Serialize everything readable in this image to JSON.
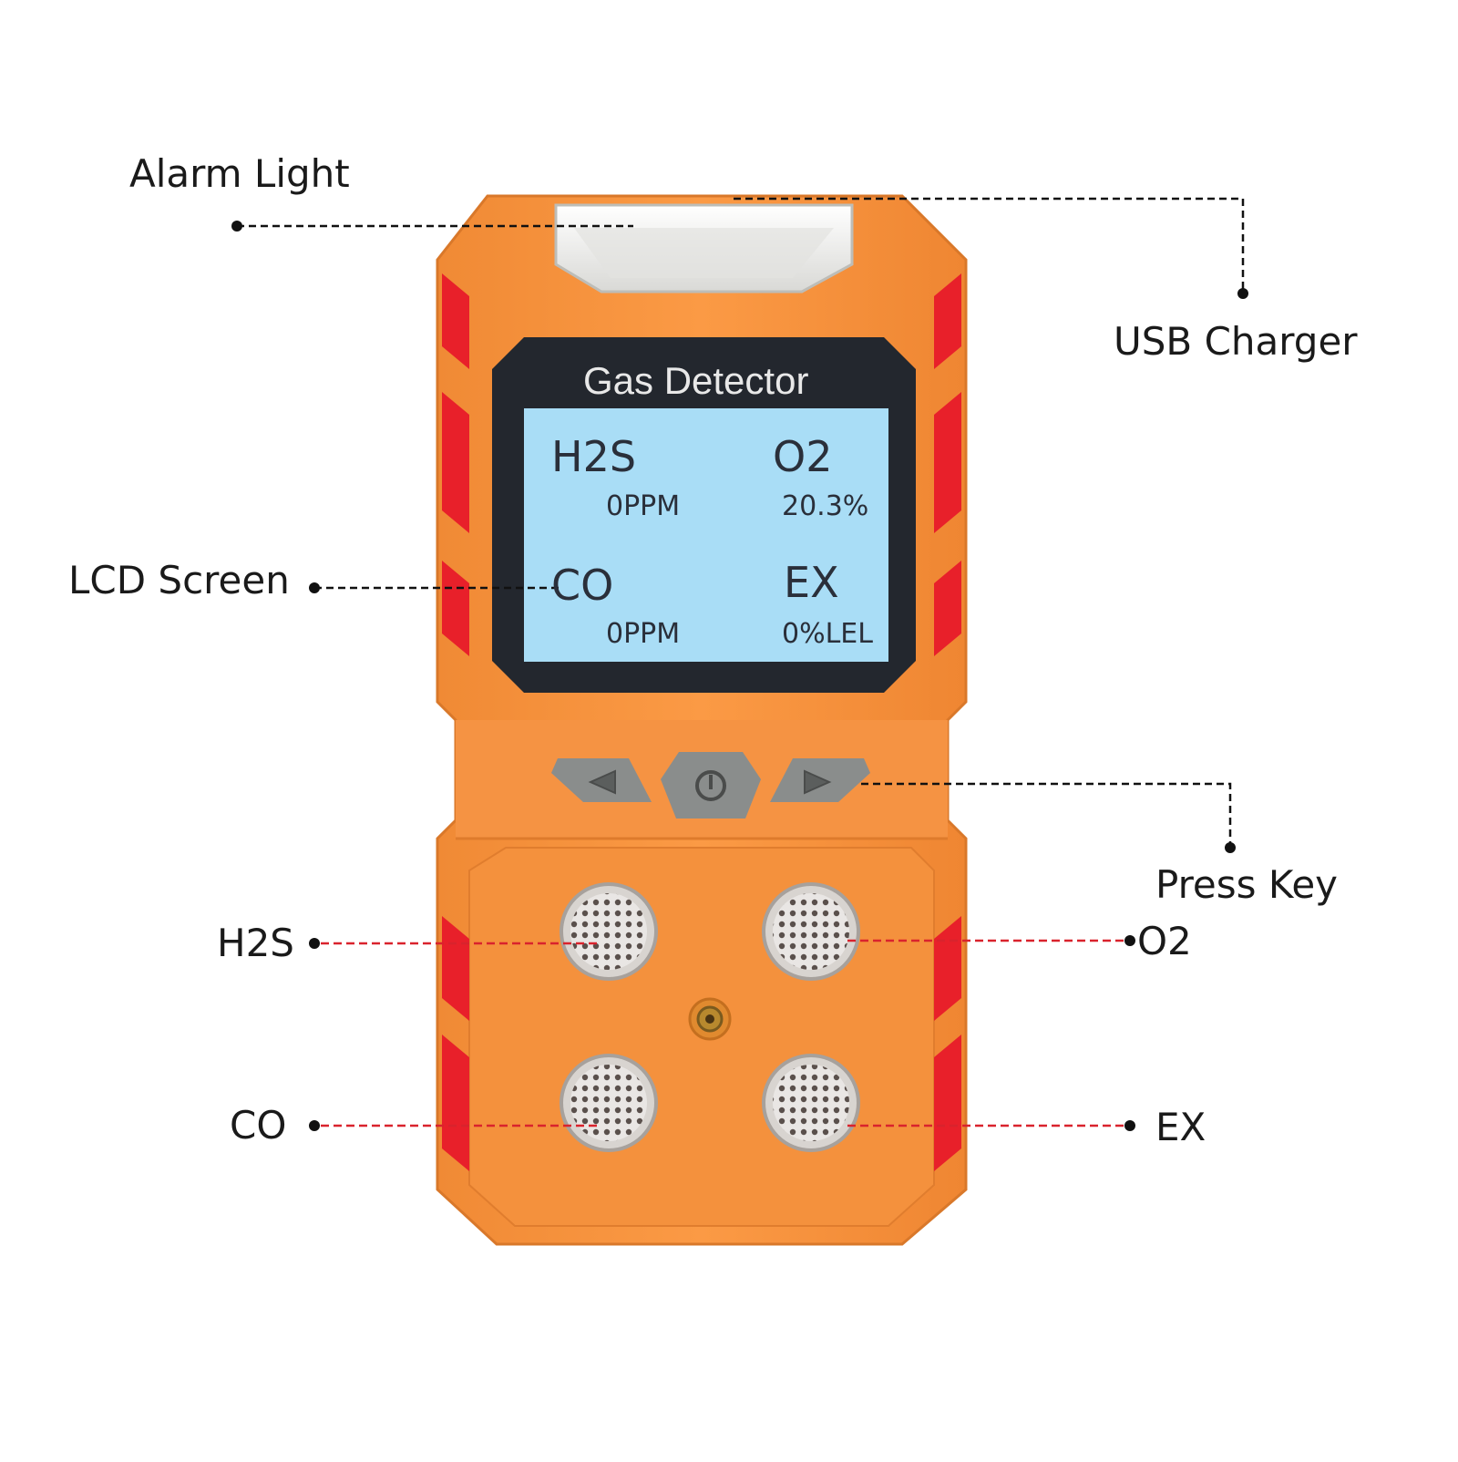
{
  "device": {
    "screen_title": "Gas Detector",
    "colors": {
      "body": "#f7923c",
      "body_dark": "#e07a28",
      "grip": "#e8202a",
      "bezel": "#23272e",
      "lcd": "#a9ddf6",
      "keys": "#8a8d8c",
      "leader_black": "#111111",
      "leader_red": "#d9232d"
    },
    "readings": [
      {
        "gas": "H2S",
        "value": "0PPM"
      },
      {
        "gas": "O2",
        "value": "20.3%"
      },
      {
        "gas": "CO",
        "value": "0PPM"
      },
      {
        "gas": "EX",
        "value": "0%LEL"
      }
    ],
    "keys": [
      {
        "name": "left-key",
        "icon": "triangle-left-icon"
      },
      {
        "name": "power-key",
        "icon": "power-icon"
      },
      {
        "name": "right-key",
        "icon": "triangle-right-icon"
      }
    ]
  },
  "callouts": {
    "alarm_light": "Alarm Light",
    "usb_charger": "USB Charger",
    "lcd_screen": "LCD Screen",
    "press_key": "Press Key",
    "sensor_h2s": "H2S",
    "sensor_o2": "O2",
    "sensor_co": "CO",
    "sensor_ex": "EX"
  }
}
